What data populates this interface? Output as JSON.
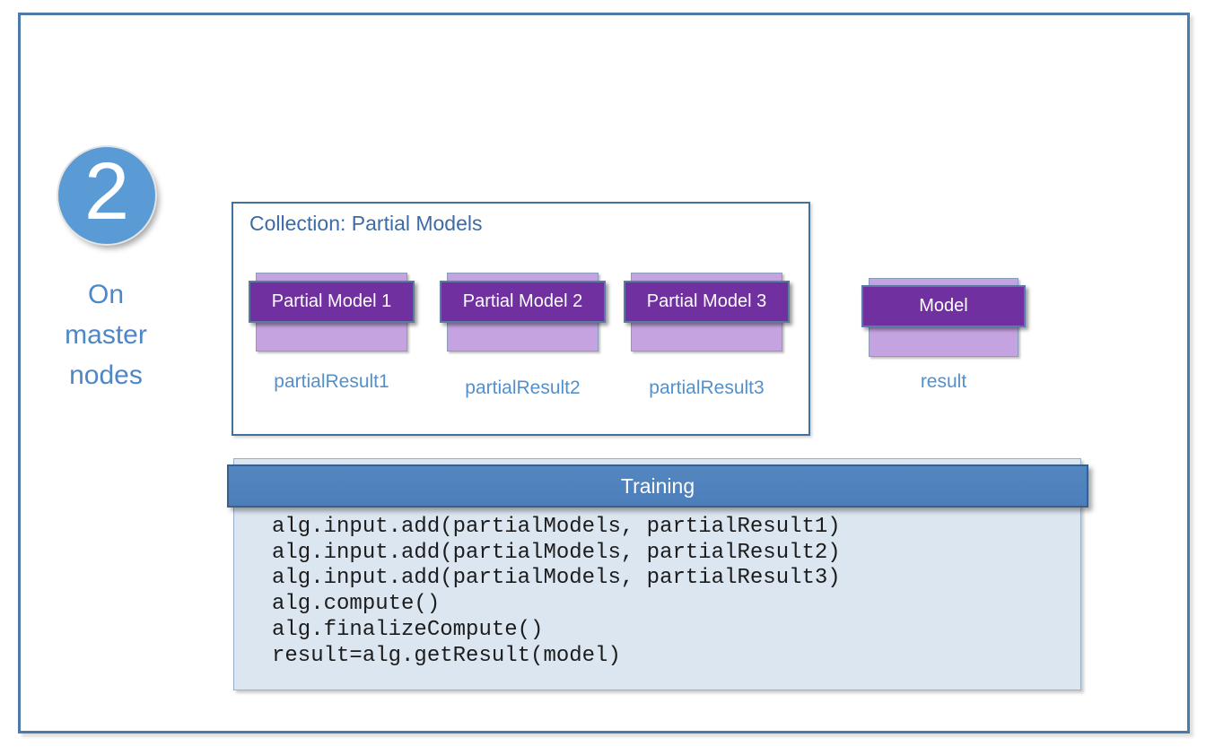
{
  "step": {
    "number": "2",
    "label_line1": "On",
    "label_line2": "master",
    "label_line3": "nodes"
  },
  "collection": {
    "title": "Collection: Partial Models",
    "stacks": [
      {
        "box_label": "Partial Model 1",
        "result_label": "partialResult1"
      },
      {
        "box_label": "Partial Model 2",
        "result_label": "partialResult2"
      },
      {
        "box_label": "Partial Model 3",
        "result_label": "partialResult3"
      }
    ]
  },
  "model": {
    "box_label": "Model",
    "result_label": "result"
  },
  "training": {
    "title": "Training",
    "code": "alg.input.add(partialModels, partialResult1)\nalg.input.add(partialModels, partialResult2)\nalg.input.add(partialModels, partialResult3)\nalg.compute()\nalg.finalizeCompute()\nresult=alg.getResult(model)"
  },
  "colors": {
    "frame_border": "#4d7ba9",
    "circle_blue": "#5b9bd5",
    "label_blue": "#5490cb",
    "title_blue": "#3d6ba5",
    "header_blue": "#4f81bd",
    "dark_purple": "#7030a0",
    "light_purple": "#c5a3e1",
    "code_bg": "#dce6f1"
  }
}
